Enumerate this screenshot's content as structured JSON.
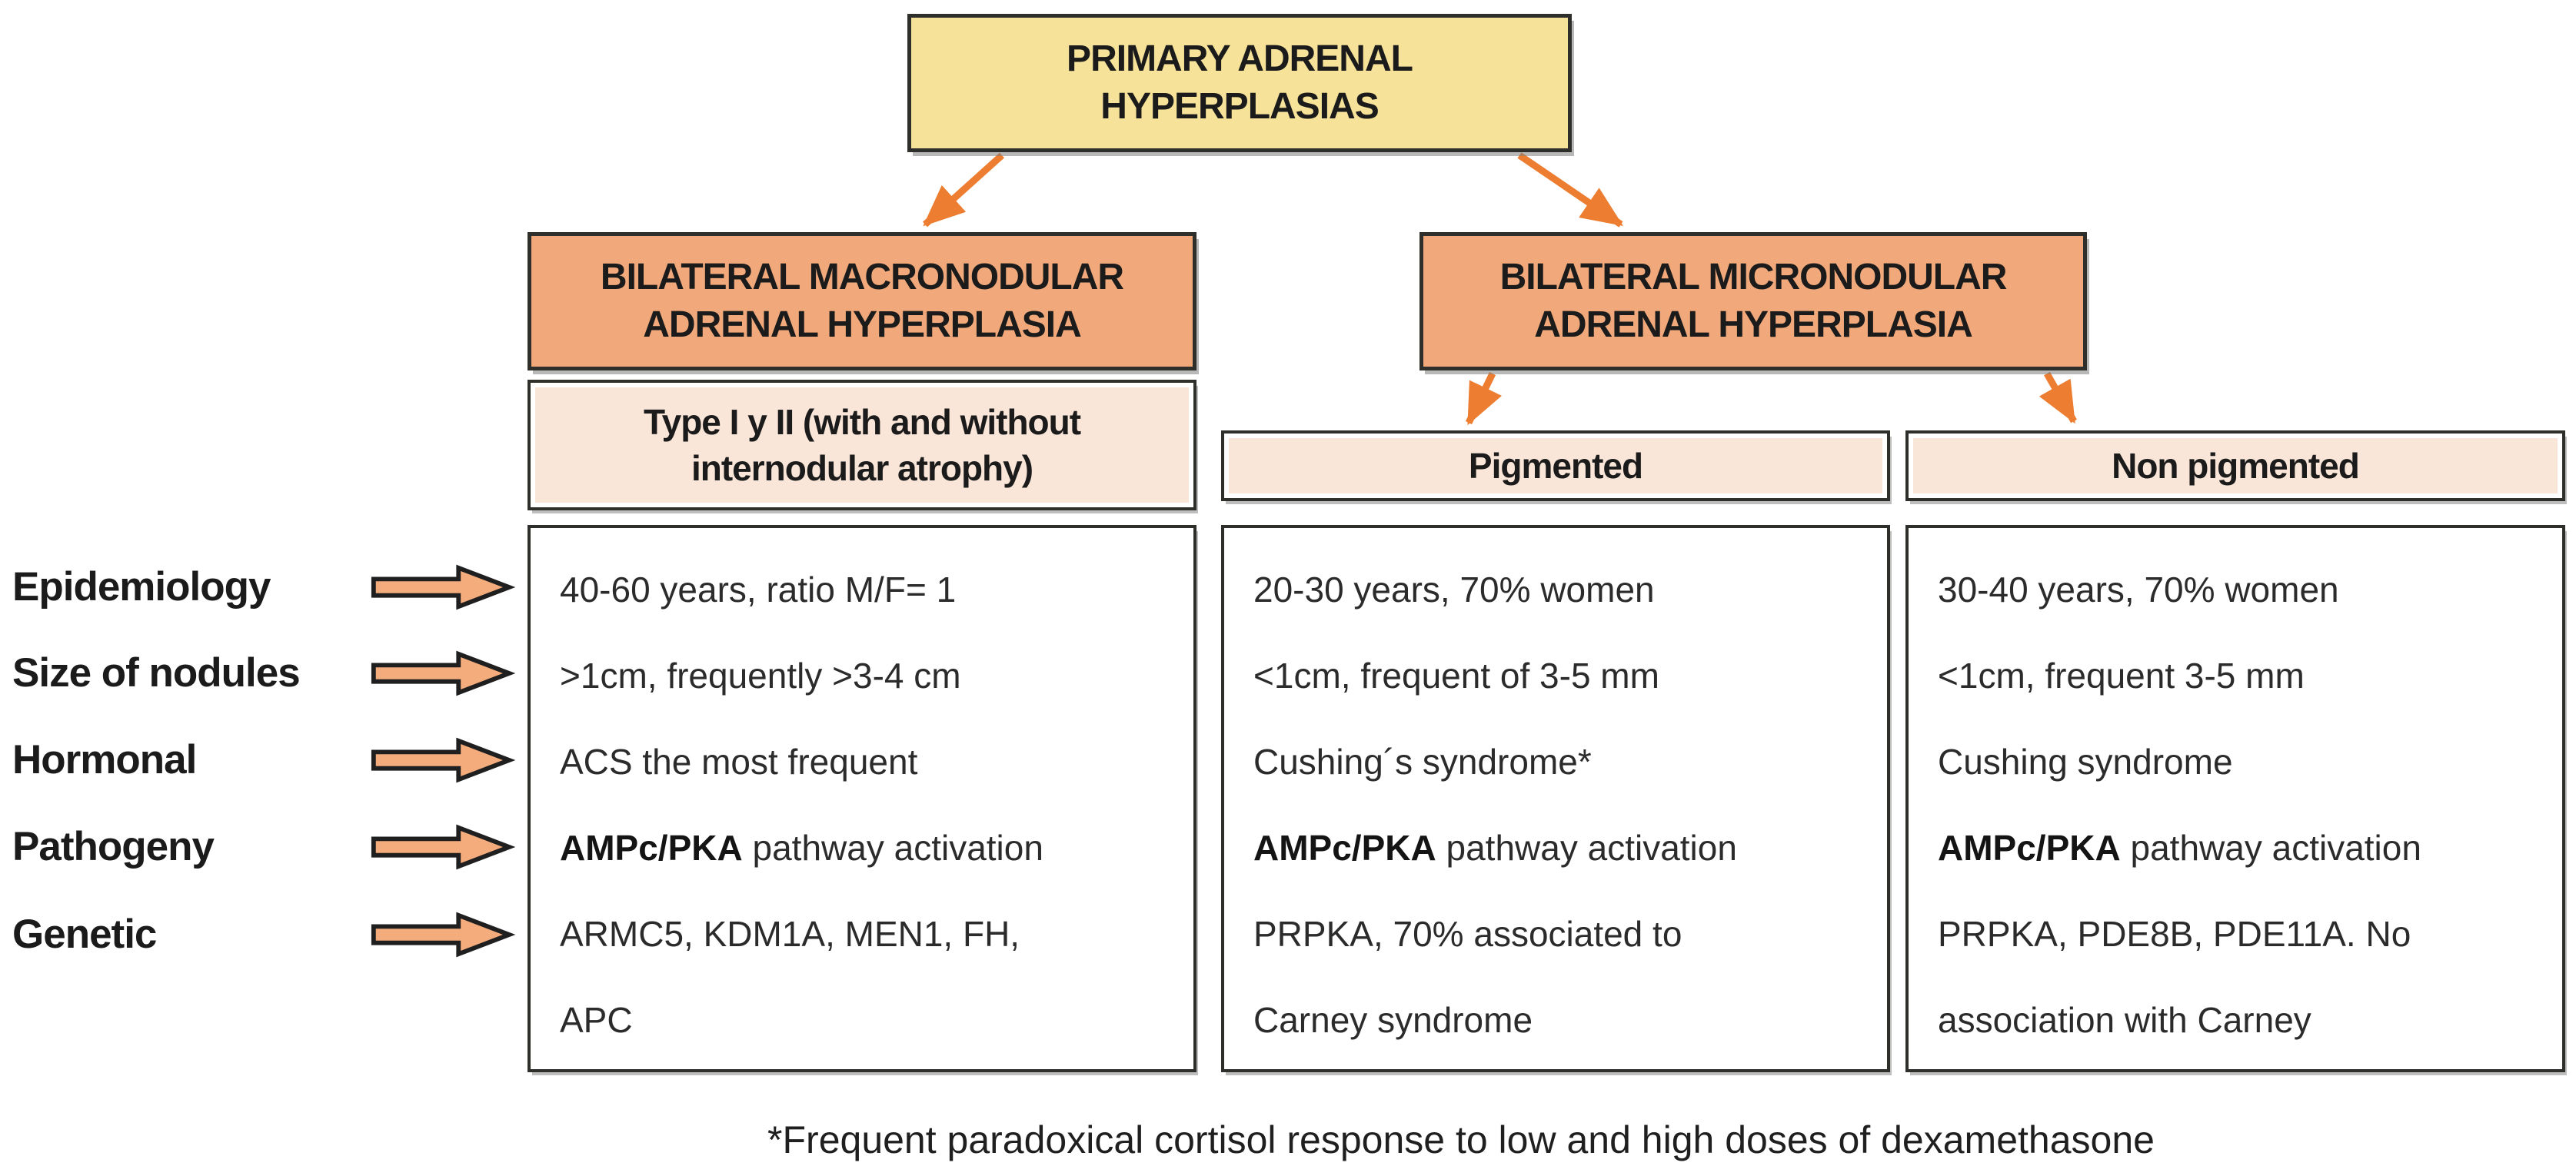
{
  "colors": {
    "root_fill": "#F6E298",
    "branch_fill": "#F1A97B",
    "subheader_fill": "#FAE6D8",
    "block_arrow_fill": "#F4AC7D",
    "connector_arrow": "#ED7D31",
    "box_border": "#2E2E2A",
    "text": "#1B1B1B"
  },
  "root": {
    "title_line1": "PRIMARY ADRENAL",
    "title_line2": "HYPERPLASIAS"
  },
  "branches": {
    "macro": {
      "title_line1": "BILATERAL MACRONODULAR",
      "title_line2": "ADRENAL HYPERPLASIA"
    },
    "micro": {
      "title_line1": "BILATERAL MICRONODULAR",
      "title_line2": "ADRENAL HYPERPLASIA"
    }
  },
  "subheaders": {
    "macro_type_line1": "Type I y II (with and without",
    "macro_type_line2": "internodular atrophy)",
    "pigmented": "Pigmented",
    "non_pigmented": "Non pigmented"
  },
  "row_labels": {
    "epidemiology": "Epidemiology",
    "size": "Size of nodules",
    "hormonal": "Hormonal",
    "pathogeny": "Pathogeny",
    "genetic": "Genetic"
  },
  "columns": {
    "macro": {
      "epidemiology": "40-60 years, ratio M/F= 1",
      "size": ">1cm, frequently >3-4 cm",
      "hormonal": "ACS the most frequent",
      "pathogeny_bold": "AMPc/PKA",
      "pathogeny_rest": " pathway activation",
      "genetic_line1": "ARMC5, KDM1A, MEN1, FH,",
      "genetic_line2": "APC"
    },
    "pigmented": {
      "epidemiology": "20-30 years, 70% women",
      "size": "<1cm, frequent of 3-5 mm",
      "hormonal": "Cushing´s syndrome*",
      "pathogeny_bold": "AMPc/PKA",
      "pathogeny_rest": " pathway activation",
      "genetic_line1": "PRPKA, 70% associated to",
      "genetic_line2": "Carney syndrome"
    },
    "non_pigmented": {
      "epidemiology": "30-40 years, 70% women",
      "size": "<1cm, frequent 3-5 mm",
      "hormonal": "Cushing syndrome",
      "pathogeny_bold": "AMPc/PKA",
      "pathogeny_rest": " pathway activation",
      "genetic_line1": "PRPKA, PDE8B, PDE11A. No",
      "genetic_line2": "association with Carney"
    }
  },
  "footnote": "*Frequent paradoxical cortisol response to low and high doses of dexamethasone"
}
